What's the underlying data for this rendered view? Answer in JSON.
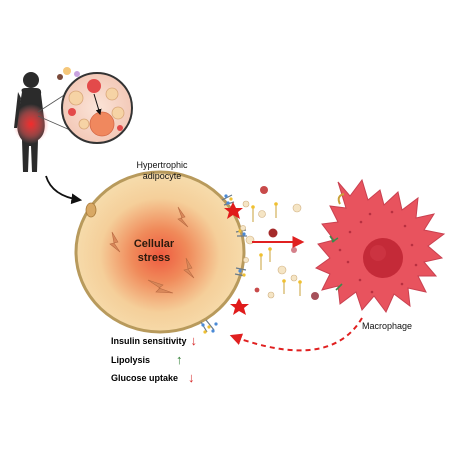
{
  "labels": {
    "adipocyte_line1": "Hypertrophic",
    "adipocyte_line2": "adipocyte",
    "stress_line1": "Cellular",
    "stress_line2": "stress",
    "macrophage": "Macrophage"
  },
  "effects": [
    {
      "label": "Insulin sensitivity",
      "direction": "down",
      "arrow": "↓",
      "color": "#d62828"
    },
    {
      "label": "Lipolysis",
      "direction": "up",
      "arrow": "↑",
      "color": "#2e7d32"
    },
    {
      "label": "Glucose uptake",
      "direction": "down",
      "arrow": "↓",
      "color": "#d62828"
    }
  ],
  "colors": {
    "adipocyte_fill": "#f4d6a0",
    "adipocyte_border": "#b89a5c",
    "stress_glow": "#e5533c",
    "macrophage_fill": "#e8535e",
    "nucleus": "#c42a38",
    "arrow_red": "#e02020",
    "person_body": "#2b2b2b",
    "inflammation_red": "#e53935"
  },
  "icons": [
    "person-icon",
    "magnifier-icon",
    "lightning-bolt-icon",
    "receptor-icon",
    "cytokine-icon",
    "macrophage-icon"
  ]
}
